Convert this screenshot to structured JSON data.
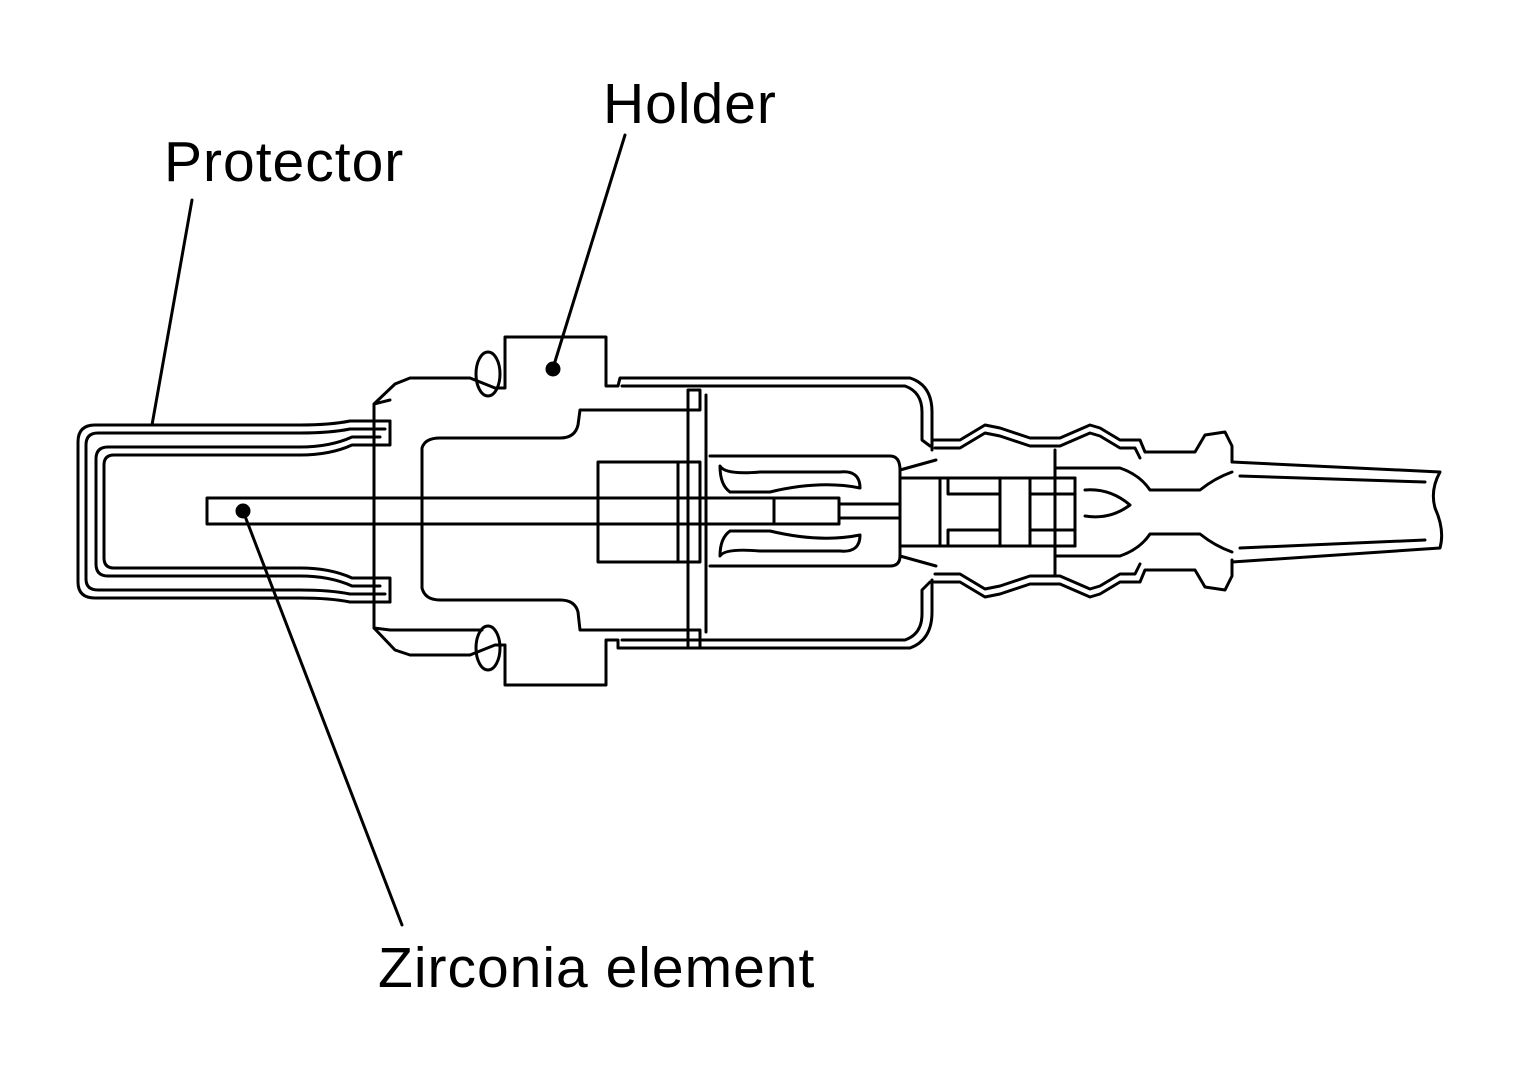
{
  "labels": {
    "protector": "Protector",
    "holder": "Holder",
    "zirconia": "Zirconia element"
  },
  "colors": {
    "line": "#000000",
    "background": "#ffffff"
  }
}
